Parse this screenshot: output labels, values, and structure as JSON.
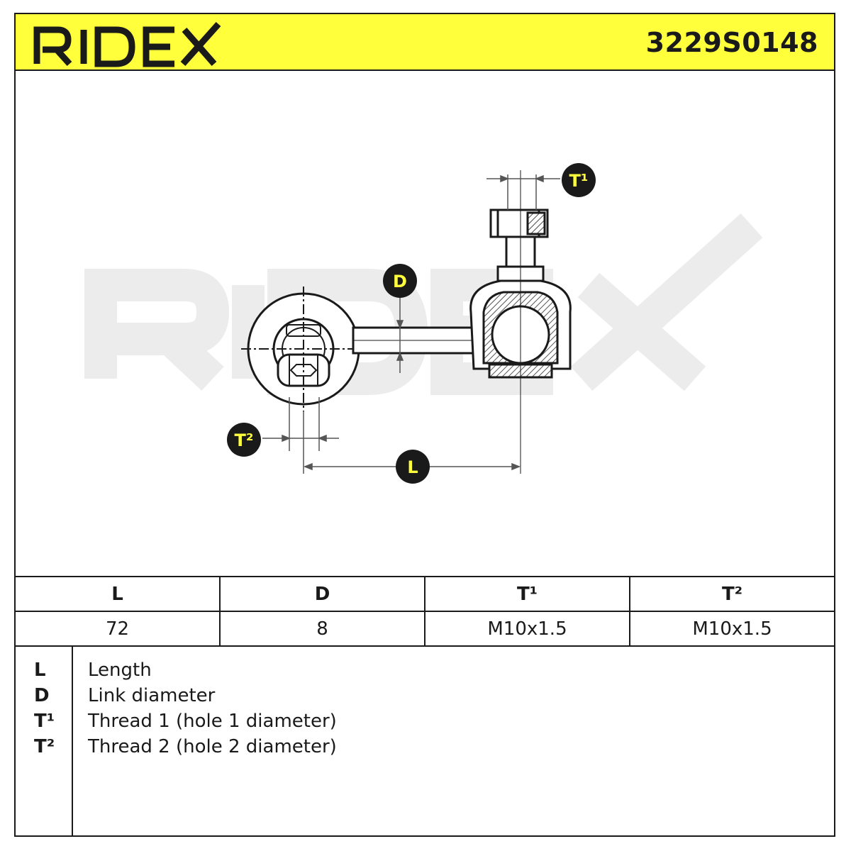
{
  "header": {
    "brand": "RIDEX",
    "part_number": "3229S0148",
    "brand_color": "#ffff3c"
  },
  "diagram": {
    "watermark": "RIDEX",
    "callouts": {
      "t1": "T¹",
      "t2": "T²",
      "d": "D",
      "l": "L"
    }
  },
  "table": {
    "headers": [
      "L",
      "D",
      "T¹",
      "T²"
    ],
    "values": [
      "72",
      "8",
      "M10x1.5",
      "M10x1.5"
    ]
  },
  "legend": [
    {
      "key": "L",
      "desc": "Length"
    },
    {
      "key": "D",
      "desc": "Link diameter"
    },
    {
      "key": "T¹",
      "desc": "Thread 1 (hole 1 diameter)"
    },
    {
      "key": "T²",
      "desc": "Thread 2 (hole 2 diameter)"
    }
  ]
}
